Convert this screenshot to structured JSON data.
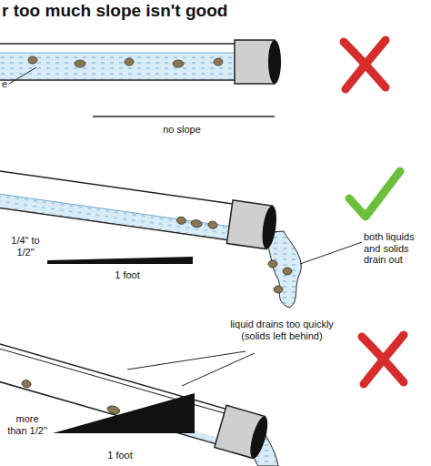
{
  "diagram": {
    "title": "r too much slope isn't good",
    "labels": [
      "e",
      "no slope",
      "1/4\" to 1/2\"",
      "1 foot",
      "both liquids and solids drain out",
      "liquid drains too quickly (solids left behind)",
      "more than 1/2\"",
      "1 foot"
    ]
  }
}
